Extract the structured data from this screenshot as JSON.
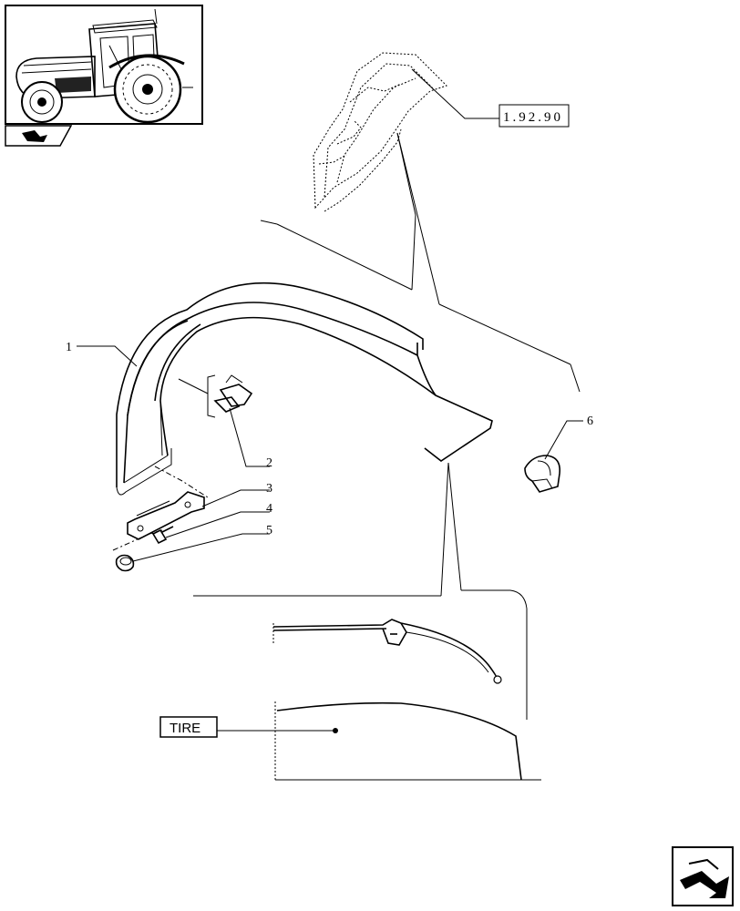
{
  "callouts": {
    "c1": "1",
    "c2": "2",
    "c3": "3",
    "c4": "4",
    "c5": "5",
    "c6": "6"
  },
  "reference_box": "1.92.90",
  "tire_label": "TIRE",
  "icons": {
    "thumbnail": "tractor-thumbnail-icon",
    "small_nav": "section-arrow-icon",
    "nav": "next-page-arrow-icon"
  }
}
